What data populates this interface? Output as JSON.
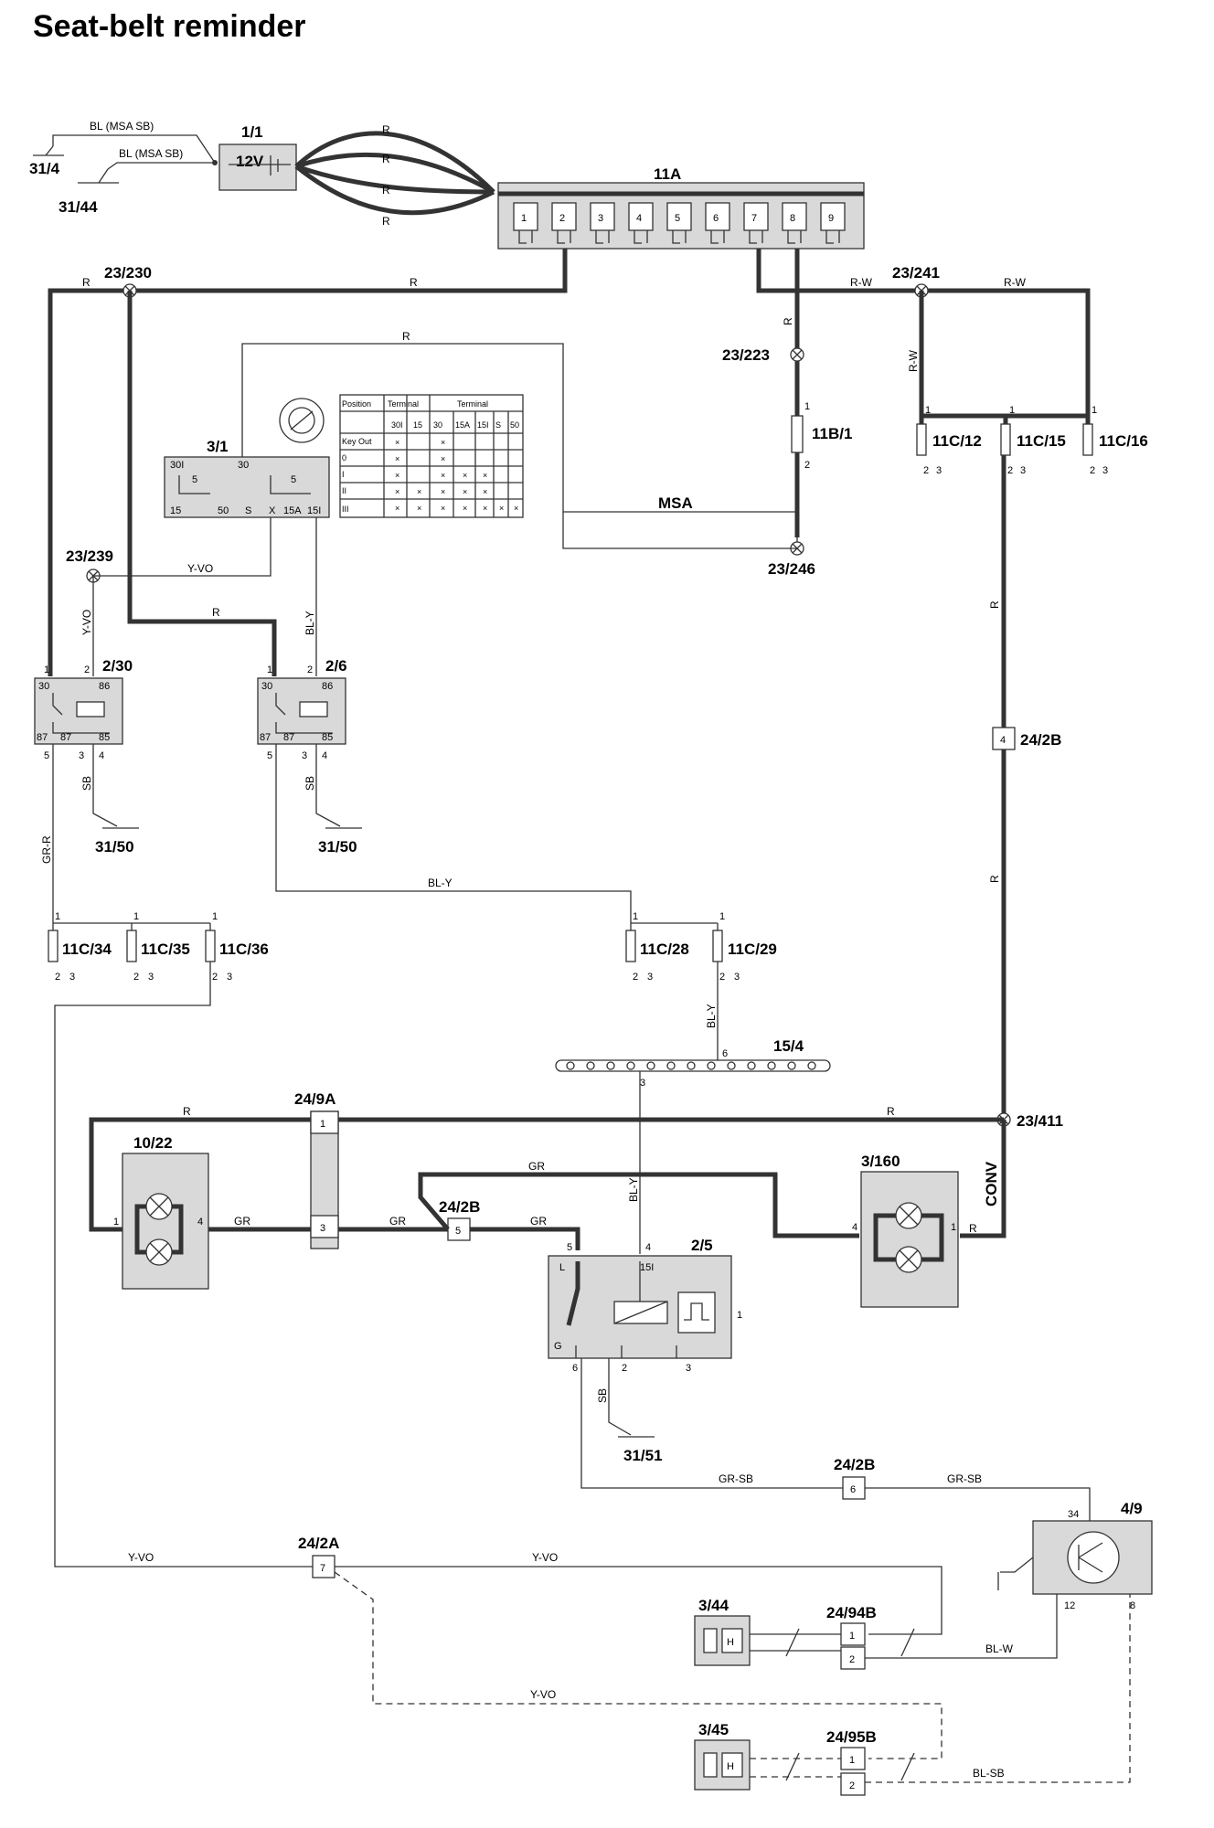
{
  "title": "Seat-belt reminder",
  "components": {
    "battery": {
      "id": "1/1",
      "label": "12V"
    },
    "fusebox": {
      "id": "11A",
      "fuses": [
        "1",
        "2",
        "3",
        "4",
        "5",
        "6",
        "7",
        "8",
        "9"
      ]
    },
    "ignition": {
      "id": "3/1",
      "pins_top": [
        "30I",
        "30"
      ],
      "pins_bottom": [
        "15",
        "50",
        "S",
        "X",
        "15A",
        "15I"
      ],
      "inner": [
        "5",
        "5"
      ]
    },
    "ign_table": {
      "headers": [
        "Position",
        "Terminal",
        "Terminal"
      ],
      "rows": [
        "Key Out",
        "0",
        "I",
        "II",
        "III"
      ],
      "cols_a": [
        "30I",
        "15"
      ],
      "cols_b": [
        "30",
        "15A",
        "15I",
        "S",
        "50"
      ]
    },
    "relay_a": {
      "id": "2/30",
      "pins": [
        "1",
        "2",
        "30",
        "86",
        "87",
        "87",
        "85",
        "5",
        "3",
        "4"
      ]
    },
    "relay_b": {
      "id": "2/6",
      "pins": [
        "1",
        "2",
        "30",
        "86",
        "87",
        "87",
        "85",
        "5",
        "3",
        "4"
      ]
    },
    "relay_c": {
      "id": "2/5",
      "pins": [
        "5",
        "4",
        "L",
        "15I",
        "G",
        "6",
        "2",
        "3",
        "1"
      ]
    },
    "fuse_11b1": {
      "id": "11B/1",
      "pins": [
        "1",
        "2"
      ]
    },
    "fuse_11c12": {
      "id": "11C/12"
    },
    "fuse_11c15": {
      "id": "11C/15"
    },
    "fuse_11c16": {
      "id": "11C/16"
    },
    "fuse_11c34": {
      "id": "11C/34"
    },
    "fuse_11c35": {
      "id": "11C/35"
    },
    "fuse_11c36": {
      "id": "11C/36"
    },
    "fuse_11c28": {
      "id": "11C/28"
    },
    "fuse_11c29": {
      "id": "11C/29"
    },
    "bus_15_4": {
      "id": "15/4",
      "pins": [
        "6",
        "3"
      ]
    },
    "lamp_10_22": {
      "id": "10/22",
      "pins": [
        "1",
        "4"
      ]
    },
    "lamp_3_160": {
      "id": "3/160",
      "pins": [
        "4",
        "1"
      ]
    },
    "conn_24_9a": {
      "id": "24/9A",
      "pins": [
        "1",
        "3"
      ]
    },
    "conn_24_2b_a": {
      "id": "24/2B",
      "pin": "4"
    },
    "conn_24_2b_b": {
      "id": "24/2B",
      "pin": "5"
    },
    "conn_24_2b_c": {
      "id": "24/2B",
      "pin": "6"
    },
    "conn_24_2a": {
      "id": "24/2A",
      "pin": "7"
    },
    "module_4_9": {
      "id": "4/9",
      "pins": [
        "34",
        "12",
        "8"
      ]
    },
    "sensor_3_44": {
      "id": "3/44",
      "inner": "H"
    },
    "sensor_3_45": {
      "id": "3/45",
      "inner": "H"
    },
    "conn_24_94b": {
      "id": "24/94B",
      "pins": [
        "1",
        "2"
      ]
    },
    "conn_24_95b": {
      "id": "24/95B",
      "pins": [
        "1",
        "2"
      ]
    }
  },
  "grounds": {
    "g31_4": "31/4",
    "g31_44": "31/44",
    "g31_50a": "31/50",
    "g31_50b": "31/50",
    "g31_51": "31/51"
  },
  "splices": {
    "s23_230": "23/230",
    "s23_241": "23/241",
    "s23_223": "23/223",
    "s23_239": "23/239",
    "s23_246": "23/246",
    "s23_411": "23/411"
  },
  "wires": {
    "bl_msa_sb_1": "BL (MSA SB)",
    "bl_msa_sb_2": "BL (MSA SB)",
    "r": "R",
    "r_w": "R-W",
    "y_vo": "Y-VO",
    "bl_y": "BL-Y",
    "msa": "MSA",
    "sb": "SB",
    "gr_r": "GR-R",
    "gr": "GR",
    "gr_sb": "GR-SB",
    "bl_w": "BL-W",
    "bl_sb": "BL-SB",
    "conv": "CONV"
  },
  "pin_generic": {
    "p1": "1",
    "p2": "2",
    "p3": "3"
  }
}
